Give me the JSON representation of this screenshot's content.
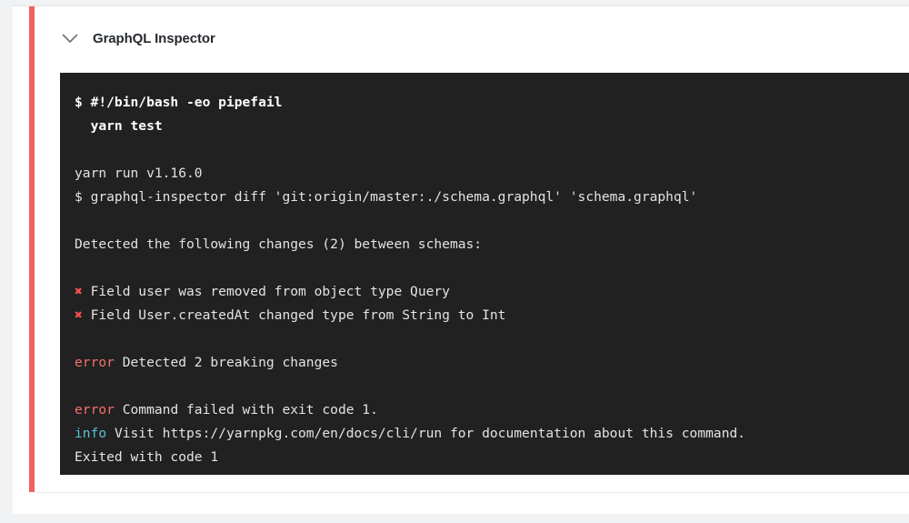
{
  "card": {
    "status_color": "#f0625f",
    "background": "#ffffff"
  },
  "step": {
    "title": "GraphQL Inspector",
    "toggle_icon": "chevron-down-icon",
    "expanded": true
  },
  "terminal": {
    "background": "#212121",
    "text_color": "#e6e6e6",
    "error_color": "#f4706c",
    "info_color": "#59c2cf",
    "mark_color": "#ef5350",
    "lines": [
      {
        "id": "cmd-shebang",
        "kind": "command",
        "prefix": "$ ",
        "text": "#!/bin/bash -eo pipefail"
      },
      {
        "id": "cmd-yarn-test",
        "kind": "command-continuation",
        "prefix": "  ",
        "text": "yarn test"
      },
      {
        "id": "blank-1",
        "kind": "blank",
        "text": ""
      },
      {
        "id": "out-yarn-run",
        "kind": "output",
        "text": "yarn run v1.16.0"
      },
      {
        "id": "out-inspector-diff",
        "kind": "output",
        "text": "$ graphql-inspector diff 'git:origin/master:./schema.graphql' 'schema.graphql'"
      },
      {
        "id": "blank-2",
        "kind": "blank",
        "text": ""
      },
      {
        "id": "out-detected-header",
        "kind": "output",
        "text": "Detected the following changes (2) between schemas:"
      },
      {
        "id": "blank-3",
        "kind": "blank",
        "text": ""
      },
      {
        "id": "change-1",
        "kind": "change",
        "mark": "✖",
        "text": "Field user was removed from object type Query"
      },
      {
        "id": "change-2",
        "kind": "change",
        "mark": "✖",
        "text": "Field User.createdAt changed type from String to Int"
      },
      {
        "id": "blank-4",
        "kind": "blank",
        "text": ""
      },
      {
        "id": "err-breaking",
        "kind": "labeled",
        "label": "error",
        "label_style": "error",
        "text": "Detected 2 breaking changes"
      },
      {
        "id": "blank-5",
        "kind": "blank",
        "text": ""
      },
      {
        "id": "err-exit",
        "kind": "labeled",
        "label": "error",
        "label_style": "error",
        "text": "Command failed with exit code 1."
      },
      {
        "id": "info-visit",
        "kind": "labeled",
        "label": "info",
        "label_style": "info",
        "text": "Visit https://yarnpkg.com/en/docs/cli/run for documentation about this command."
      },
      {
        "id": "out-exited",
        "kind": "output",
        "text": "Exited with code 1"
      }
    ]
  }
}
